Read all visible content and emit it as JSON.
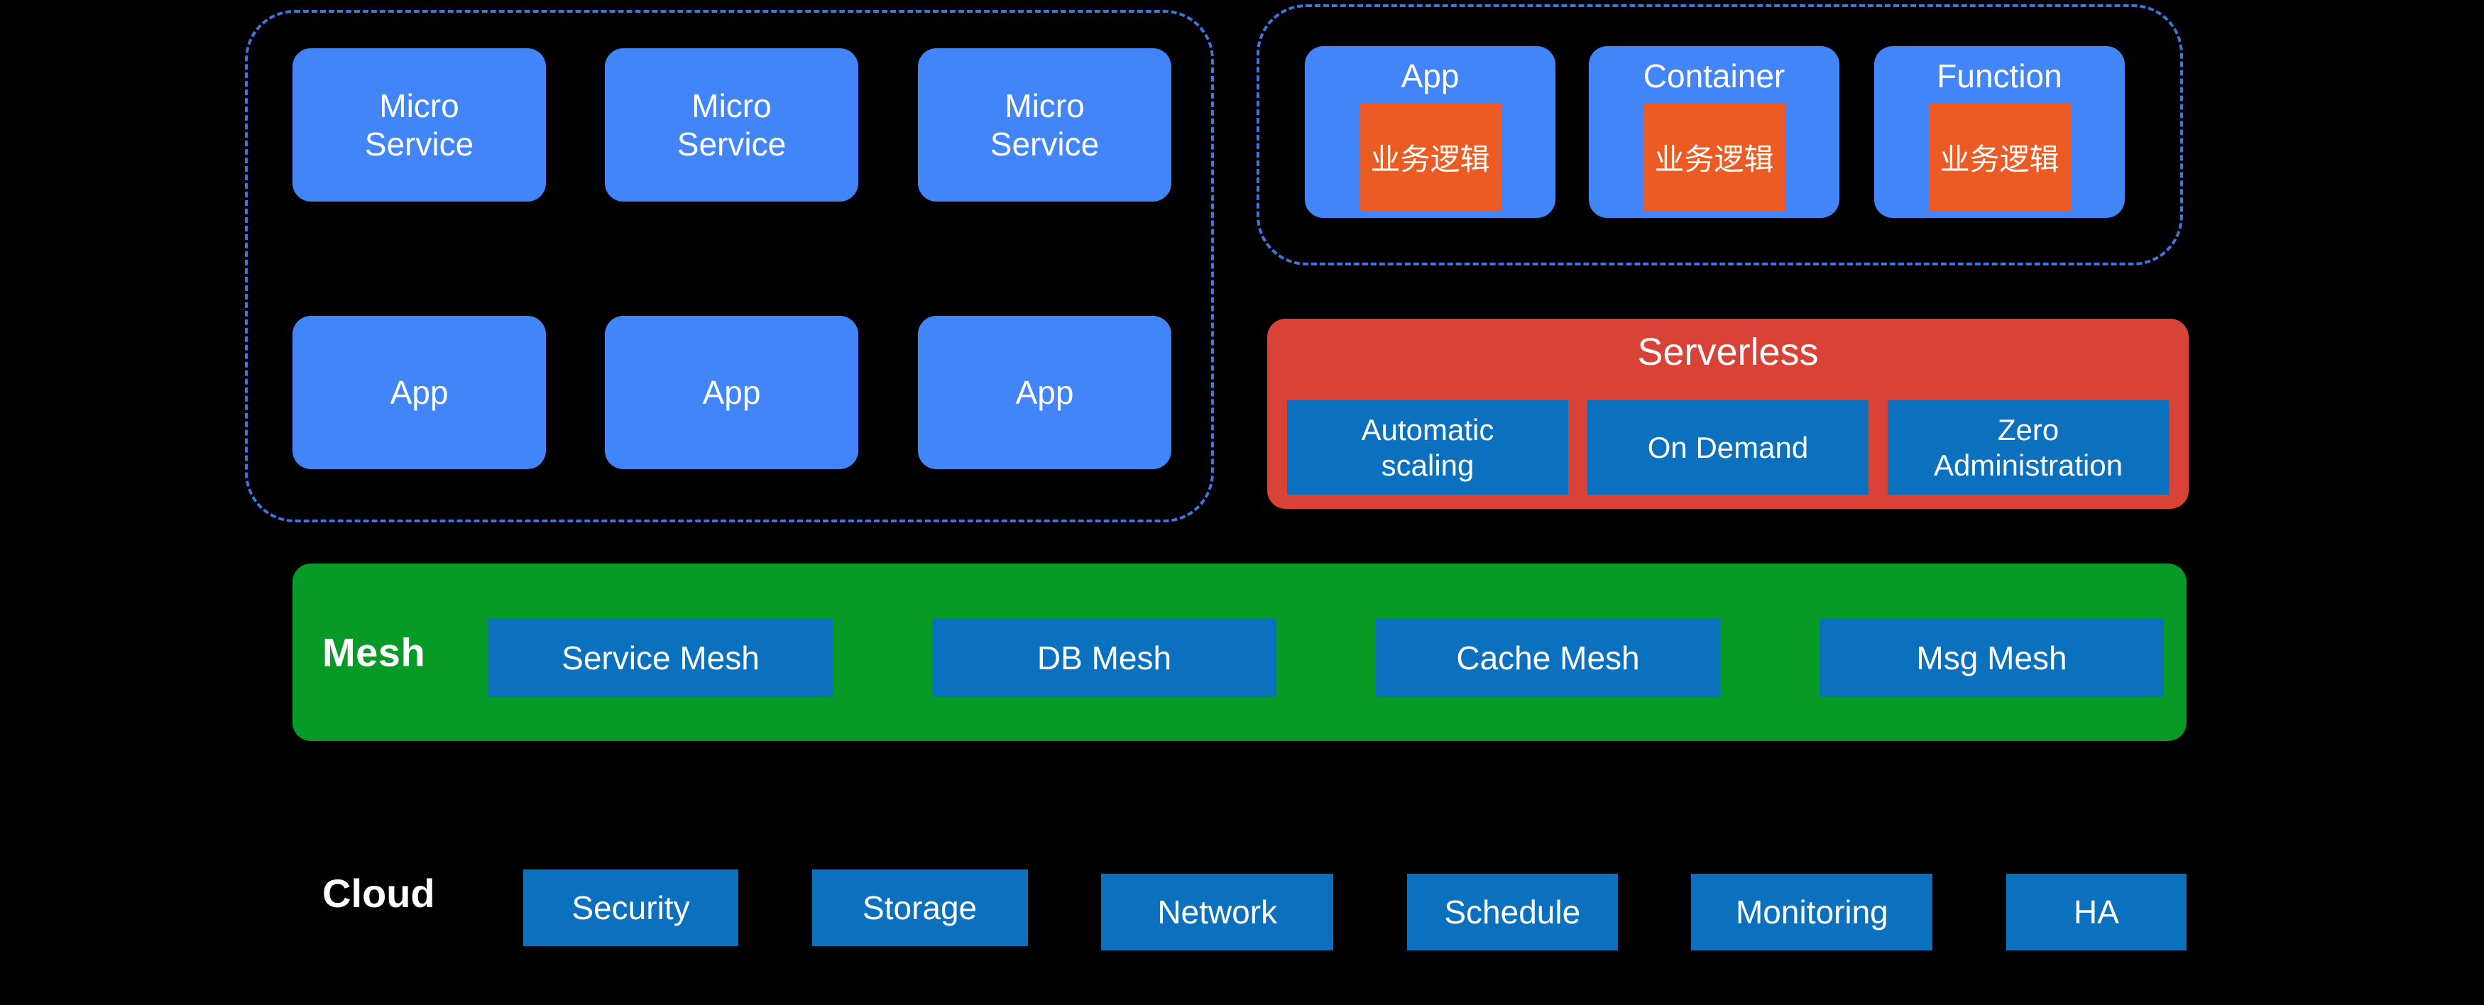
{
  "background_color": "#000000",
  "palette": {
    "card_blue": "#4285F8",
    "chip_blue": "#0B71BE",
    "logic_orange": "#ED5B24",
    "serverless_red": "#D94236",
    "mesh_green": "#089A26",
    "dashed_border_blue": "#3E76E0",
    "text_white": "#FFFFFF"
  },
  "groups": {
    "workloads": {
      "micro_services": [
        {
          "line1": "Micro",
          "line2": "Service"
        },
        {
          "line1": "Micro",
          "line2": "Service"
        },
        {
          "line1": "Micro",
          "line2": "Service"
        }
      ],
      "apps": [
        {
          "label": "App"
        },
        {
          "label": "App"
        },
        {
          "label": "App"
        }
      ]
    },
    "runtimes": [
      {
        "title": "App",
        "logic_label": "业务逻辑"
      },
      {
        "title": "Container",
        "logic_label": "业务逻辑"
      },
      {
        "title": "Function",
        "logic_label": "业务逻辑"
      }
    ]
  },
  "serverless": {
    "title": "Serverless",
    "features": [
      {
        "line1": "Automatic",
        "line2": "scaling"
      },
      {
        "line1": "On Demand",
        "line2": ""
      },
      {
        "line1": "Zero",
        "line2": "Administration"
      }
    ]
  },
  "mesh": {
    "label": "Mesh",
    "chips": [
      {
        "label": "Service Mesh"
      },
      {
        "label": "DB Mesh"
      },
      {
        "label": "Cache Mesh"
      },
      {
        "label": "Msg Mesh"
      }
    ]
  },
  "cloud": {
    "label": "Cloud",
    "chips": [
      {
        "label": "Security"
      },
      {
        "label": "Storage"
      },
      {
        "label": "Network"
      },
      {
        "label": "Schedule"
      },
      {
        "label": "Monitoring"
      },
      {
        "label": "HA"
      }
    ]
  }
}
